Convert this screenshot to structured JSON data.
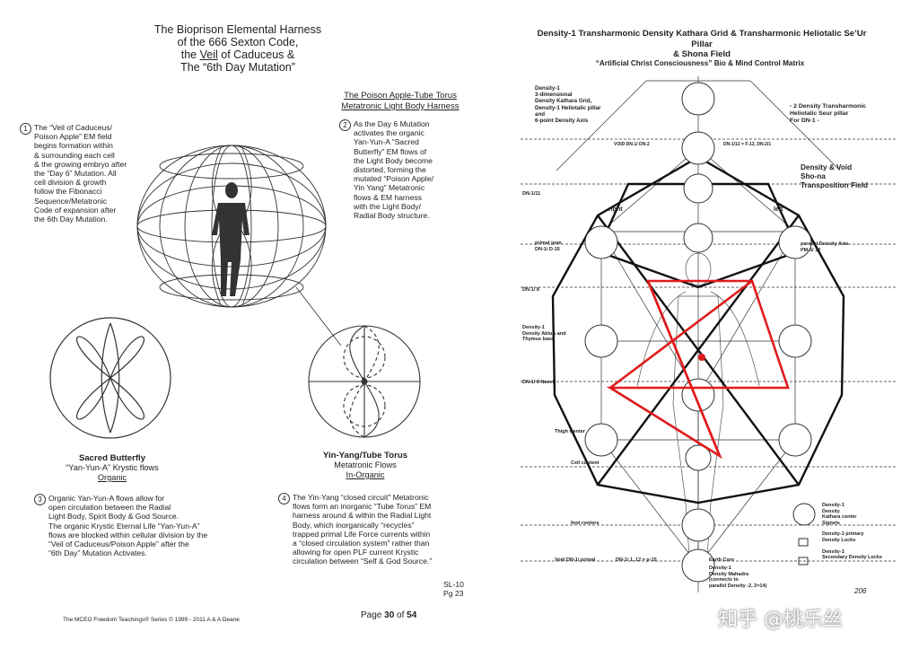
{
  "left_page": {
    "title_lines": [
      "The Bioprison Elemental Harness",
      "of the 666 Sexton Code,",
      "the",
      "Veil",
      "of Caduceus &",
      "The “6th Day Mutation”"
    ],
    "torus_header_lines": [
      "The Poison Apple-Tube Torus",
      "Metatronic Light Body Harness"
    ],
    "note1": {
      "num": "1",
      "lines": [
        "The “Veil of Caduceus/",
        "Poison Apple” EM field",
        "begins formation within",
        "& surrounding each cell",
        "& the growing embryo after",
        "the “Day 6” Mutation.  All",
        "cell division & growth",
        "follow the Fibonacci",
        "Sequence/Metatronic",
        "Code of expansion after",
        "the 6th Day Mutation."
      ]
    },
    "note2": {
      "num": "2",
      "lines": [
        "As the Day 6 Mutation",
        "activates the organic",
        "Yan-Yun-A “Sacred",
        "Butterfly” EM flows of",
        "the Light Body become",
        "distorted, forming the",
        "mutated “Poison Apple/",
        "Yin Yang” Metatronic",
        "flows & EM harness",
        "with the Light Body/",
        "Radial Body structure."
      ]
    },
    "butterfly_caption": {
      "bold": "Sacred Butterfly",
      "line2": "“Yan-Yun-A” Krystic flows",
      "line3": "Organic"
    },
    "yinyang_caption": {
      "bold": "Yin-Yang/Tube Torus",
      "line2": "Metatronic Flows",
      "line3": "In-Organic"
    },
    "note3": {
      "num": "3",
      "lines": [
        "Organic Yan-Yun-A flows allow for",
        "open circulation between the Radial",
        "Light Body, Spirit Body & God Source.",
        "The organic Krystic Eternal Life “Yan-Yun-A”",
        "flows are blocked within cellular division by the",
        "“Veil of Caduceus/Poison Apple” after the",
        "“6th Day” Mutation Activates."
      ]
    },
    "note4": {
      "num": "4",
      "lines": [
        "The Yin-Yang “closed circuit” Metatronic",
        "flows form an inorganic “Tube Torus” EM",
        "harness around & within the Radial Light",
        "Body, which inorganically “recycles”",
        "trapped primal Life Force currents within",
        "a “closed circulation system” rather than",
        "allowing for open PLF current Krystic",
        "circulation between “Self & God Source.”"
      ]
    },
    "sl": "SL-10",
    "pg": "Pg 23",
    "footer": "The MCEO Freedom Teachings® Series © 1999 - 2011 A & A Deane",
    "page_label": "Page ",
    "page_num": "30",
    "page_of": " of ",
    "page_total": "54"
  },
  "right_page": {
    "title_lines": [
      "Density-1 Transharmonic Density Kathara Grid & Transharmonic Heliotalic Se’Ur Pillar",
      "& Shona Field"
    ],
    "subtitle": "“Artificial Christ Consciousness” Bio & Mind Control Matrix",
    "labels": {
      "tl": [
        "Density-1",
        "3-dimensional",
        "Density Kathara Grid,",
        "Density-1 Heliotalic pillar",
        "and",
        "6-point Density Axis"
      ],
      "tr": [
        "- 2 Density Transharmonic",
        "Heliotalic Seur pillar",
        "For DN-1 -"
      ],
      "shona": [
        "Density & Void",
        "Sho-na",
        "Transposition Field"
      ],
      "right": "right",
      "left": "left",
      "void_top_l": "VOID DN-1/ DN-2",
      "void_top_r": "DN-1/12 = F-12, DN-2/1",
      "primal_pom": [
        "primal pom",
        "DN-1/ D-15"
      ],
      "parallel_axis": [
        "parallel Density Axis",
        "PM-5/ 10"
      ],
      "dn1_11": "DN-1/11",
      "dn1_8": "DN-1/ 8",
      "density_abura": [
        "Density-1",
        "Density AbiuA and",
        "Thymus base"
      ],
      "dn1_navel": "DN-1/ 8 Navel",
      "thigh": "Thigh Center",
      "cell": "Cell content",
      "foot": "foot centers",
      "void_bottom": "Void DN-1/ primal",
      "void_bottom_r": "DN-1/ 1, 12 = p-15",
      "earth": "Earth Core",
      "bottom_notes": [
        "Density-1",
        "Density Mahadra",
        "(connects to",
        "parallel Density -2, 2=14)"
      ],
      "legend": [
        "Density-1",
        "Density",
        "Kathara center",
        "Signets",
        "Density-1 primary",
        "Density Locks",
        "Density-1",
        "Secondary Density Locks"
      ],
      "sig": "206"
    },
    "watermark": "知乎 @桃乐丝"
  },
  "colors": {
    "red": "#e01b1b",
    "ink": "#222222"
  }
}
